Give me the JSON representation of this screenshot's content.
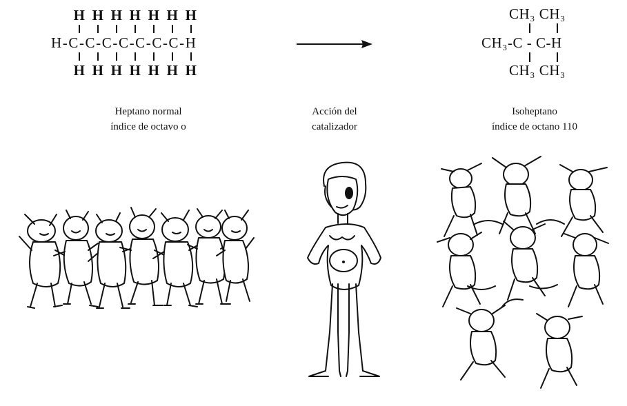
{
  "left_formula": {
    "top_row": [
      "H",
      "H",
      "H",
      "H",
      "H",
      "H",
      "H"
    ],
    "chain": "H-C-C-C-C-C-C-C-H",
    "bottom_row": [
      "H",
      "H",
      "H",
      "H",
      "H",
      "H",
      "H"
    ]
  },
  "right_formula": {
    "line1": "CH₃ CH₃",
    "line2": "CH₃-C - C-H",
    "line3": "CH₃ CH₃"
  },
  "captions": {
    "left_line1": "Heptano normal",
    "left_line2": "índice de octavo o",
    "middle_line1": "Acción del",
    "middle_line2": "catalizador",
    "right_line1": "Isoheptano",
    "right_line2": "índice de octano 110"
  }
}
